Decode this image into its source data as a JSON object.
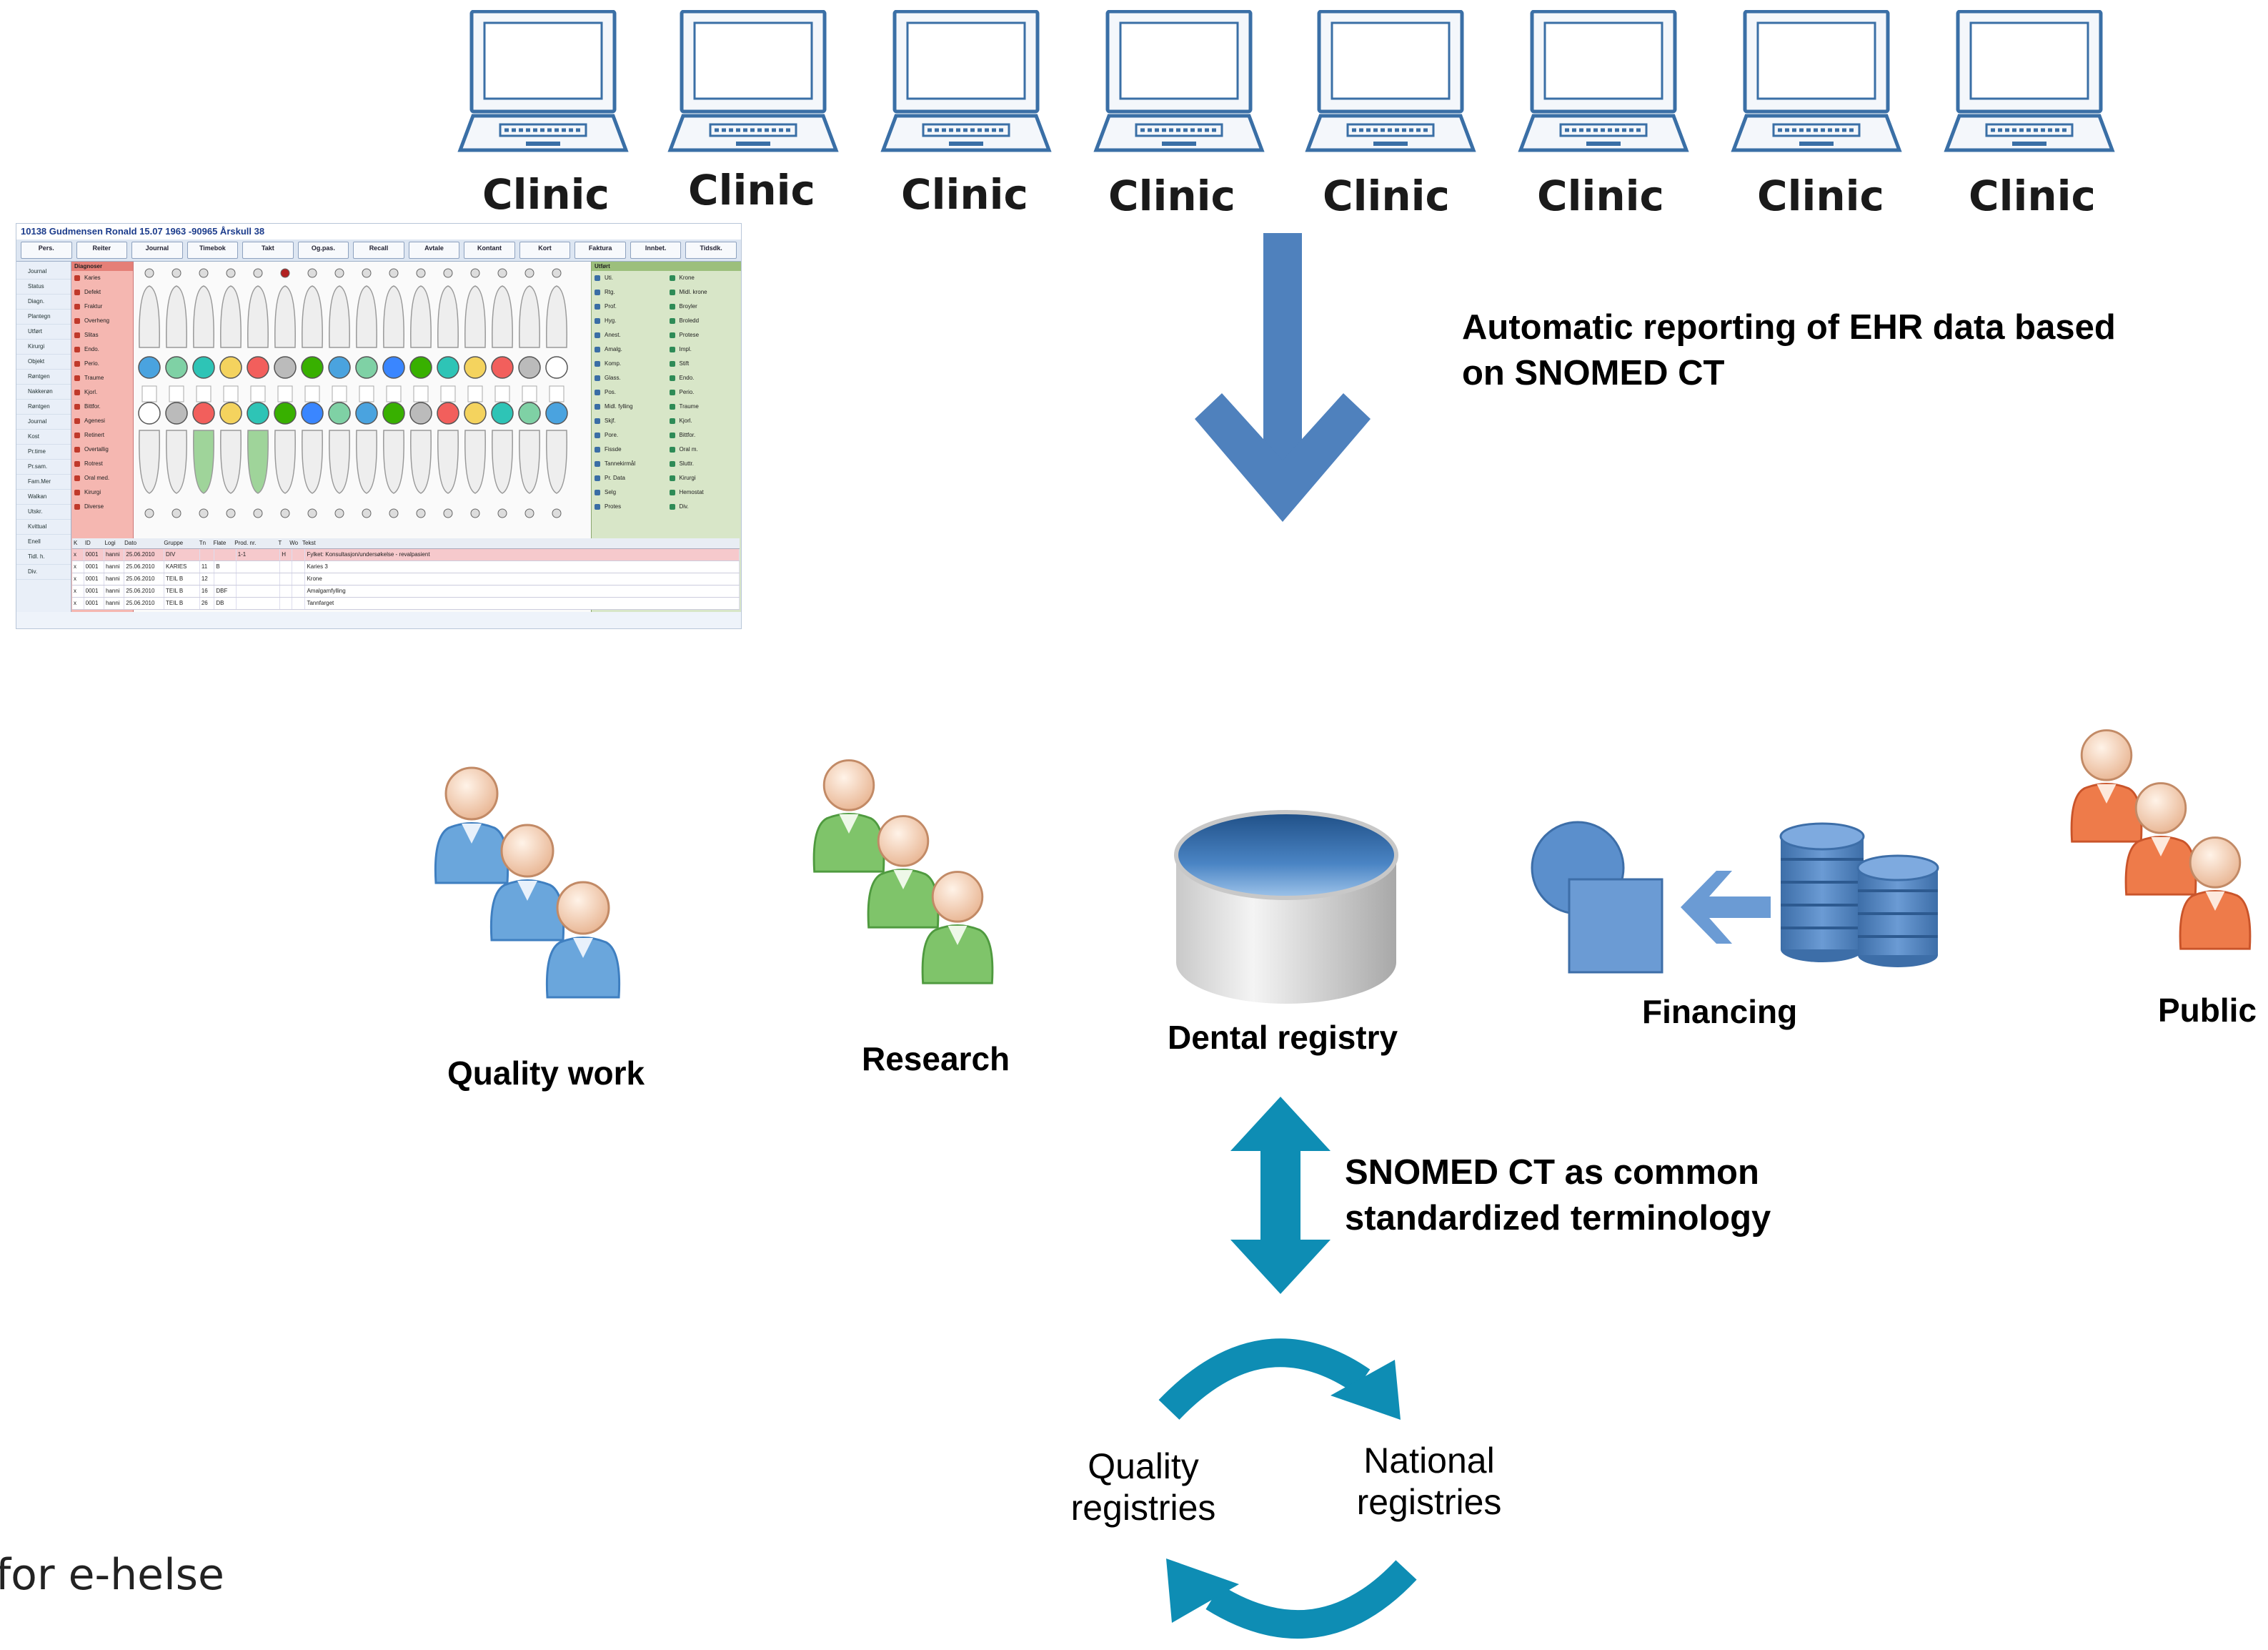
{
  "clinics": [
    {
      "label": "Clinic"
    },
    {
      "label": "Clinic"
    },
    {
      "label": "Clinic"
    },
    {
      "label": "Clinic"
    },
    {
      "label": "Clinic"
    },
    {
      "label": "Clinic"
    },
    {
      "label": "Clinic"
    },
    {
      "label": "Clinic"
    }
  ],
  "ehr_screenshot": {
    "title": "10138 Gudmensen Ronald 15.07 1963 -90965 Årskull 38",
    "toolbar": [
      "Pers.",
      "Reiter",
      "Journal",
      "Timebok",
      "Takt",
      "Og.pas.",
      "Recall",
      "Avtale",
      "Kontant",
      "Kort",
      "Faktura",
      "Innbet.",
      "Tidsdk."
    ],
    "sidebar": [
      "Journal",
      "Status",
      "Diagn.",
      "Plantegn",
      "Utført",
      "Kirurgi",
      "Objekt",
      "Røntgen",
      "Nakkerøn",
      "Røntgen",
      "Journal",
      "Kost",
      "Pr.time",
      "Pr.sam.",
      "Fam.Mer",
      "Walkan",
      "Utskr.",
      "Kvittual",
      "Enell",
      "Tidl. h.",
      "Div."
    ],
    "diagnoses_header": "Diagnoser",
    "diagnoses": [
      "Karies",
      "Defekt",
      "Fraktur",
      "Overheng",
      "Slitas",
      "Endo.",
      "Perio.",
      "Traume",
      "Kjorl.",
      "Bittfor.",
      "Agenesi",
      "Retinert",
      "Overtallig",
      "Rotrest",
      "Oral med.",
      "Kirurgi",
      "Diverse"
    ],
    "performed_header": "Utført",
    "performed": [
      "Uti.",
      "Rtg.",
      "Prof.",
      "Hyg.",
      "Anest.",
      "Amalg.",
      "Komp.",
      "Glass.",
      "Pos.",
      "Midl. fylling",
      "Skjf.",
      "Pore.",
      "Fissde",
      "Tannekirmål",
      "Pr. Data",
      "Selg",
      "Protes"
    ],
    "performed2": [
      "Krone",
      "Midl. krone",
      "Broyler",
      "Broledd",
      "Protese",
      "Impl.",
      "Stift",
      "Endo.",
      "Perio.",
      "Traume",
      "Kjorl.",
      "Bittfor.",
      "Oral m.",
      "Sluttr.",
      "Kirurgi",
      "Hemostat",
      "Div."
    ],
    "table_headers": [
      "K",
      "ID",
      "Logi",
      "Dato",
      "Gruppe",
      "Tn",
      "Flate",
      "Prod. nr.",
      "T",
      "Wo",
      "Tekst"
    ],
    "table_rows": [
      [
        "x",
        "0001",
        "hanni",
        "25.06.2010",
        "DIV",
        "",
        "",
        "1-1",
        "H",
        "",
        "Fylket: Konsultasjon/undersøkelse - revalpasient"
      ],
      [
        "x",
        "0001",
        "hanni",
        "25.06.2010",
        "KARIES",
        "11",
        "B",
        "",
        "",
        "",
        "Karies 3"
      ],
      [
        "x",
        "0001",
        "hanni",
        "25.06.2010",
        "TEIL B",
        "12",
        "",
        "",
        "",
        "",
        "Krone"
      ],
      [
        "x",
        "0001",
        "hanni",
        "25.06.2010",
        "TEIL B",
        "16",
        "DBF",
        "",
        "",
        "",
        "Amalgamfylling"
      ],
      [
        "x",
        "0001",
        "hanni",
        "25.06.2010",
        "TEIL B",
        "26",
        "DB",
        "",
        "",
        "",
        "Tannfarget"
      ]
    ]
  },
  "reporting_note": {
    "line1": "Automatic reporting of EHR data based",
    "line2": "on SNOMED CT"
  },
  "stakeholders": {
    "quality_work": "Quality work",
    "research": "Research",
    "dental_registry": "Dental registry",
    "financing": "Financing",
    "public": "Public"
  },
  "snomed_note": {
    "line1": "SNOMED CT as common",
    "line2": "standardized terminology"
  },
  "cycle": {
    "quality_line1": "Quality",
    "quality_line2": "registries",
    "national_line1": "National",
    "national_line2": "registries"
  },
  "footer_fragment": "for e-helse",
  "colors": {
    "big_arrow": "#4f81bd",
    "teal_arrow": "#0e8db4",
    "people_blue": "#6aa6dc",
    "people_green": "#7fc46a",
    "people_orange": "#ee7b4a",
    "shape_blue": "#5b8fcc"
  },
  "icons": [
    "laptop-icon",
    "arrow-down-icon",
    "people-group-icon",
    "database-icon",
    "shapes-icon",
    "coins-stack-icon",
    "double-arrow-icon",
    "cycle-arrow-icon"
  ]
}
